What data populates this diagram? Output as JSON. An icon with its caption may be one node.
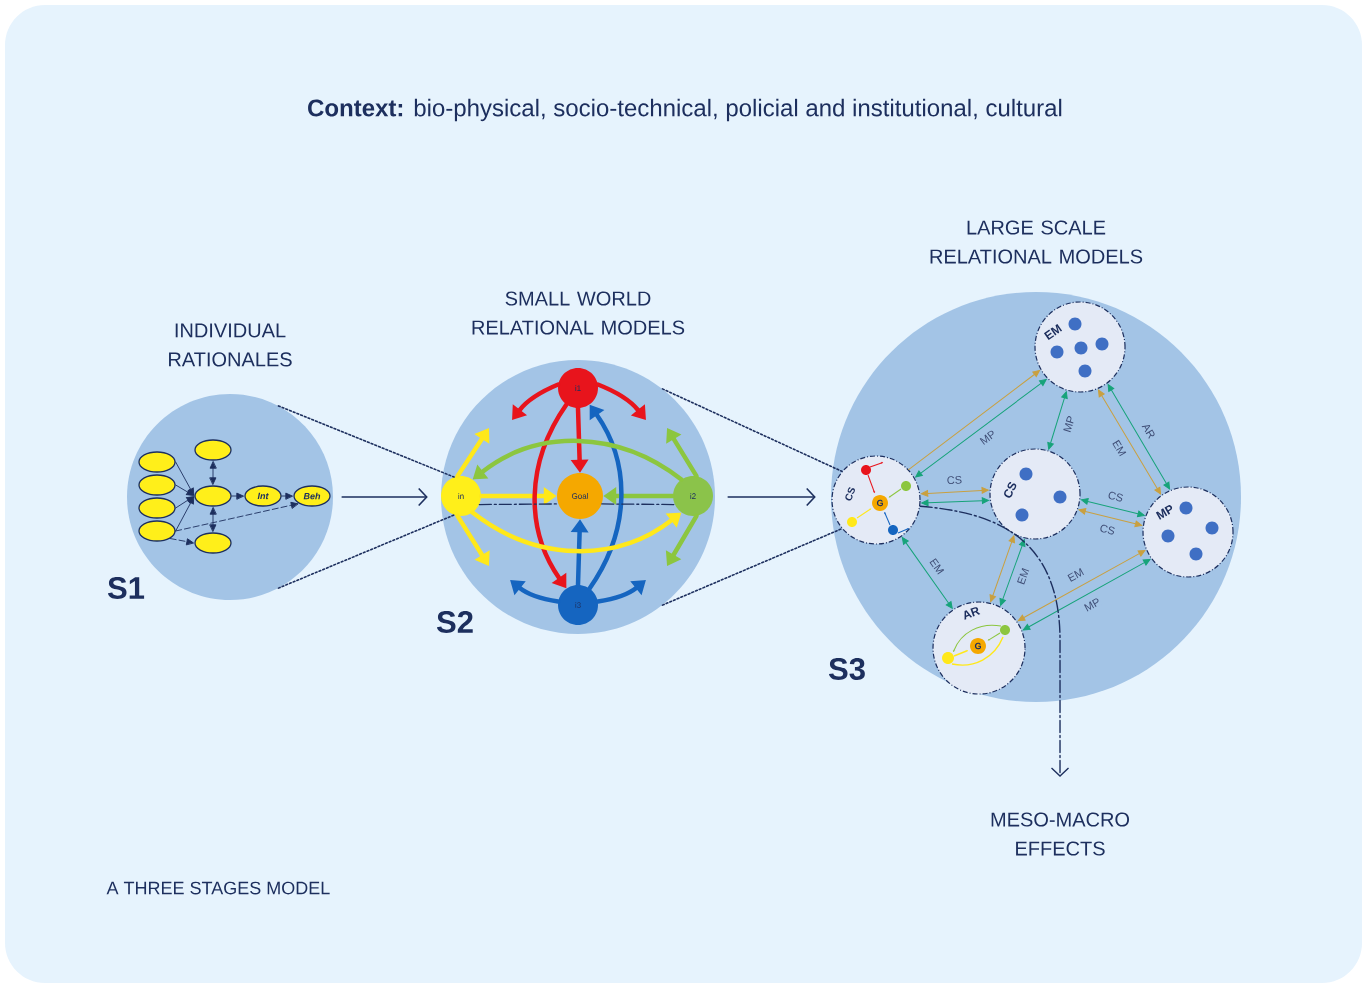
{
  "diagram": {
    "title": "**Context:** bio-physical, socio-technical, policial and institutional, cultural",
    "nodes": [
      {
        "text": [
          "INDIVIDUAL RATIONALES"
        ],
        "beside": [
          "S1"
        ]
      },
      {
        "text": [
          "SMALL WORLD RELATIONAL MODELS"
        ],
        "beside": [
          "S2"
        ]
      },
      {
        "text": [
          "LARGE SCALE RELATIONAL MODELS"
        ],
        "beside": [
          "S3"
        ]
      },
      {
        "text": [
          "MESO-MACRO EFFECTS"
        ]
      },
      {
        "text": [],
        "shape": "ellipse",
        "in": 0
      },
      {
        "text": [],
        "shape": "ellipse",
        "in": 0
      },
      {
        "text": [],
        "shape": "ellipse",
        "in": 0
      },
      {
        "text": [],
        "shape": "ellipse",
        "in": 0
      },
      {
        "text": [],
        "shape": "ellipse",
        "in": 0
      },
      {
        "text": [],
        "shape": "ellipse",
        "in": 0
      },
      {
        "text": [],
        "shape": "ellipse",
        "in": 0
      },
      {
        "text": [
          "Int"
        ],
        "in": 0
      },
      {
        "text": [
          "Beh"
        ],
        "in": 0
      },
      {
        "text": [
          "i1"
        ],
        "in": 1
      },
      {
        "text": [
          "in"
        ],
        "in": 1
      },
      {
        "text": [
          "Goal"
        ],
        "in": 1
      },
      {
        "text": [
          "i2"
        ],
        "in": 1
      },
      {
        "text": [
          "i3"
        ],
        "in": 1
      },
      {
        "text": [
          "CS",
          "G"
        ],
        "in": 2
      },
      {
        "text": [
          "EM"
        ],
        "in": 2
      },
      {
        "text": [
          "CS"
        ],
        "in": 2
      },
      {
        "text": [
          "MP"
        ],
        "in": 2
      },
      {
        "text": [
          "AR",
          "G"
        ],
        "in": 2
      }
    ],
    "edges": [
      {
        "from": 0,
        "to": 1,
        "arrow": "to"
      },
      {
        "from": 1,
        "to": 2,
        "arrow": "to"
      },
      {
        "from": 0,
        "to": 14,
        "arrow": "none",
        "style": "dashed"
      },
      {
        "from": 0,
        "to": 14,
        "arrow": "none",
        "style": "dashed"
      },
      {
        "from": 1,
        "to": 18,
        "arrow": "none",
        "style": "dashed"
      },
      {
        "from": 1,
        "to": 18,
        "arrow": "none",
        "style": "dashed"
      },
      {
        "from": 4,
        "to": 9,
        "arrow": "to"
      },
      {
        "from": 5,
        "to": 9,
        "arrow": "to"
      },
      {
        "from": 6,
        "to": 9,
        "arrow": "to"
      },
      {
        "from": 7,
        "to": 9,
        "arrow": "to"
      },
      {
        "from": 8,
        "to": 9,
        "arrow": "both"
      },
      {
        "from": 9,
        "to": 10,
        "arrow": "both"
      },
      {
        "from": 9,
        "to": 11,
        "arrow": "to"
      },
      {
        "from": 11,
        "to": 12,
        "arrow": "to"
      },
      {
        "from": 7,
        "to": 12,
        "arrow": "to",
        "style": "dashed"
      },
      {
        "from": 7,
        "to": 10,
        "arrow": "to",
        "style": "dashed"
      },
      {
        "from": 13,
        "to": 15,
        "arrow": "to",
        "style": "thick",
        "color": "#e8141c"
      },
      {
        "from": 14,
        "to": 15,
        "arrow": "to",
        "style": "thick",
        "color": "#ffe81a"
      },
      {
        "from": 16,
        "to": 15,
        "arrow": "to",
        "style": "thick",
        "color": "#8cc63f"
      },
      {
        "from": 17,
        "to": 15,
        "arrow": "to",
        "style": "thick",
        "color": "#1565c0"
      },
      {
        "from": 13,
        "to": 17,
        "arrow": "to",
        "style": "thick",
        "color": "#e8141c"
      },
      {
        "from": 17,
        "to": 13,
        "arrow": "to",
        "style": "thick",
        "color": "#1565c0"
      },
      {
        "from": 16,
        "to": 14,
        "arrow": "to",
        "style": "thick",
        "color": "#8cc63f"
      },
      {
        "from": 14,
        "to": 16,
        "arrow": "to",
        "style": "thick",
        "color": "#ffe81a"
      },
      {
        "from": 13,
        "to": null,
        "arrow": "to",
        "style": "thick",
        "color": "#e8141c"
      },
      {
        "from": 13,
        "to": null,
        "arrow": "to",
        "style": "thick",
        "color": "#e8141c"
      },
      {
        "from": 14,
        "to": null,
        "arrow": "to",
        "style": "thick",
        "color": "#ffe81a"
      },
      {
        "from": 14,
        "to": null,
        "arrow": "to",
        "style": "thick",
        "color": "#ffe81a"
      },
      {
        "from": 16,
        "to": null,
        "arrow": "to",
        "style": "thick",
        "color": "#8cc63f"
      },
      {
        "from": 16,
        "to": null,
        "arrow": "to",
        "style": "thick",
        "color": "#8cc63f"
      },
      {
        "from": 17,
        "to": null,
        "arrow": "to",
        "style": "thick",
        "color": "#1565c0"
      },
      {
        "from": 17,
        "to": null,
        "arrow": "to",
        "style": "thick",
        "color": "#1565c0"
      },
      {
        "from": 18,
        "to": 19,
        "arrow": "to",
        "color": "#c9a040"
      },
      {
        "from": 19,
        "to": 18,
        "arrow": "both",
        "color": "#17a37a",
        "label": "MP"
      },
      {
        "from": 19,
        "to": 20,
        "arrow": "both",
        "color": "#17a37a",
        "label": "MP"
      },
      {
        "from": 19,
        "to": 21,
        "arrow": "both",
        "color": "#17a37a",
        "label": "AR"
      },
      {
        "from": 21,
        "to": 19,
        "arrow": "both",
        "color": "#c9a040",
        "label": "EM"
      },
      {
        "from": 18,
        "to": 20,
        "arrow": "both",
        "color": "#c9a040",
        "label": "CS"
      },
      {
        "from": 18,
        "to": 20,
        "arrow": "both",
        "color": "#17a37a"
      },
      {
        "from": 20,
        "to": 21,
        "arrow": "both",
        "color": "#17a37a",
        "label": "CS"
      },
      {
        "from": 20,
        "to": 21,
        "arrow": "both",
        "color": "#c9a040",
        "label": "CS"
      },
      {
        "from": 18,
        "to": 22,
        "arrow": "both",
        "color": "#17a37a",
        "label": "EM"
      },
      {
        "from": 20,
        "to": 22,
        "arrow": "both",
        "color": "#17a37a",
        "label": "EM"
      },
      {
        "from": 22,
        "to": 20,
        "arrow": "both",
        "color": "#c9a040"
      },
      {
        "from": 21,
        "to": 22,
        "arrow": "both",
        "color": "#17a37a",
        "label": "MP"
      },
      {
        "from": 21,
        "to": 22,
        "arrow": "both",
        "color": "#c9a040",
        "label": "EM"
      },
      {
        "from": 18,
        "to": 3,
        "arrow": "to",
        "style": "dashed"
      },
      {
        "from": 14,
        "to": 15,
        "arrow": "none",
        "style": "dashed"
      },
      {
        "from": 15,
        "to": 16,
        "arrow": "none",
        "style": "dashed"
      }
    ],
    "labels": [
      "A THREE STAGES MODEL"
    ]
  }
}
